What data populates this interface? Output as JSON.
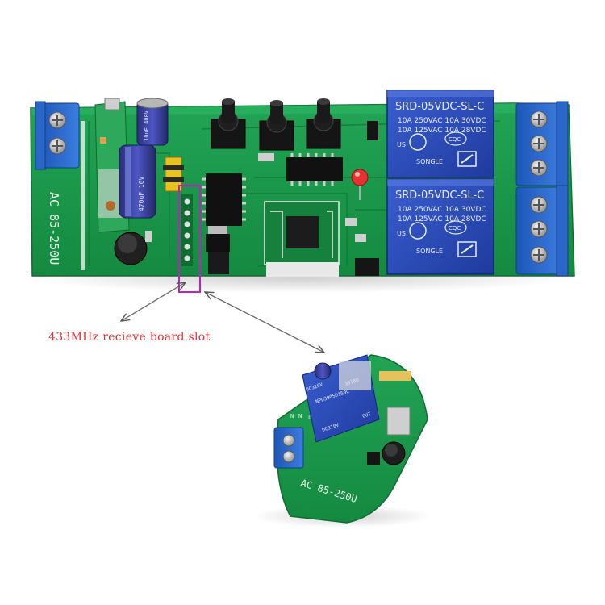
{
  "callout": {
    "label": "433MHz recieve board slot"
  },
  "main_board": {
    "voltage_label": "AC 85-250U",
    "relays": [
      {
        "model": "SRD-05VDC-SL-C",
        "line1": "10A 250VAC  10A 30VDC",
        "line2": "10A 125VAC  10A 28VDC",
        "brand": "SONGLE",
        "ul": "US",
        "cqc": "CQC"
      },
      {
        "model": "SRD-05VDC-SL-C",
        "line1": "10A 250VAC  10A 30VDC",
        "line2": "10A 125VAC  10A 28VDC",
        "brand": "SONGLE",
        "ul": "US",
        "cqc": "CQC"
      }
    ],
    "capacitor_label": "470uF 10V",
    "small_cap_label": "10uF 400V"
  },
  "inset_board": {
    "voltage_label": "AC 85-250U",
    "module_labels": [
      "DC310V",
      "NPD390SD150C",
      "30180",
      "DC310V",
      "OUT"
    ],
    "pin_labels": [
      "N",
      "N",
      "L",
      "L"
    ]
  },
  "colors": {
    "pcb": "#1d9a4c",
    "pcb_dark": "#137a38",
    "relay_blue": "#2747b5",
    "terminal_blue": "#2a66c8",
    "highlight": "#c020c0",
    "callout_text": "#e23030"
  }
}
